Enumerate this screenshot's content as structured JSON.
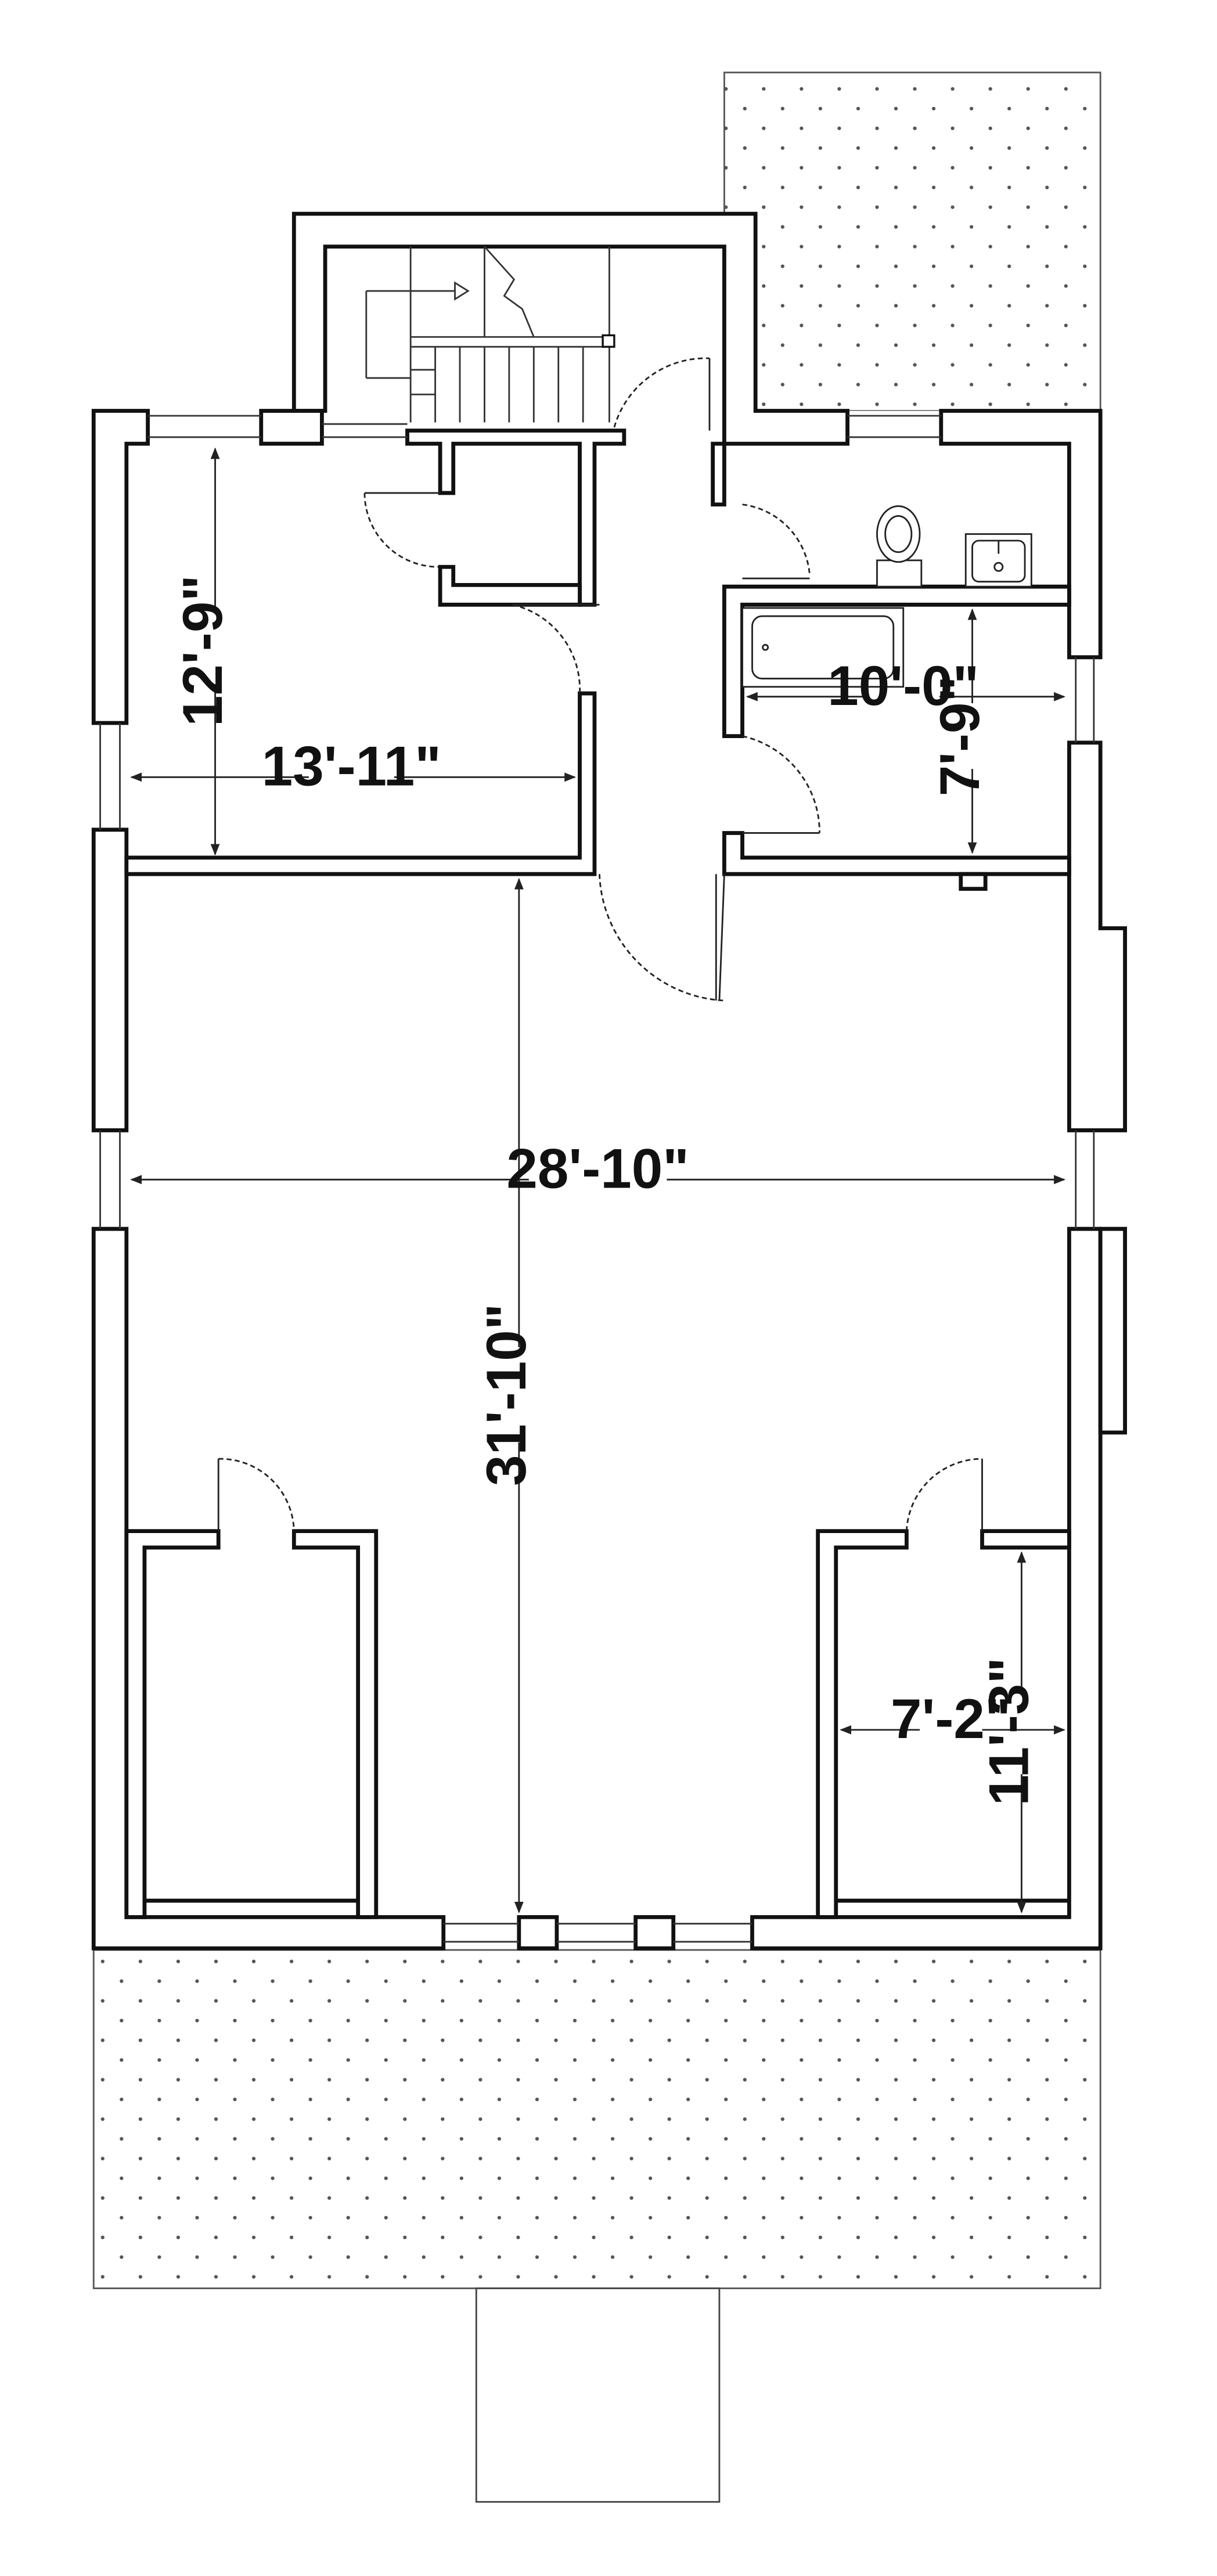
{
  "dimensions": {
    "bedroom_depth": "12'-9\"",
    "bedroom_width": "13'-11\"",
    "bath_width": "10'-0\"",
    "bath_depth": "7'-9\"",
    "main_width": "28'-10\"",
    "main_depth": "31'-10\"",
    "closet_width": "7'-2\"",
    "closet_depth": "11'-3\""
  },
  "colors": {
    "wall": "#111111",
    "line": "#333333",
    "dots": "#555555",
    "background": "#ffffff"
  }
}
